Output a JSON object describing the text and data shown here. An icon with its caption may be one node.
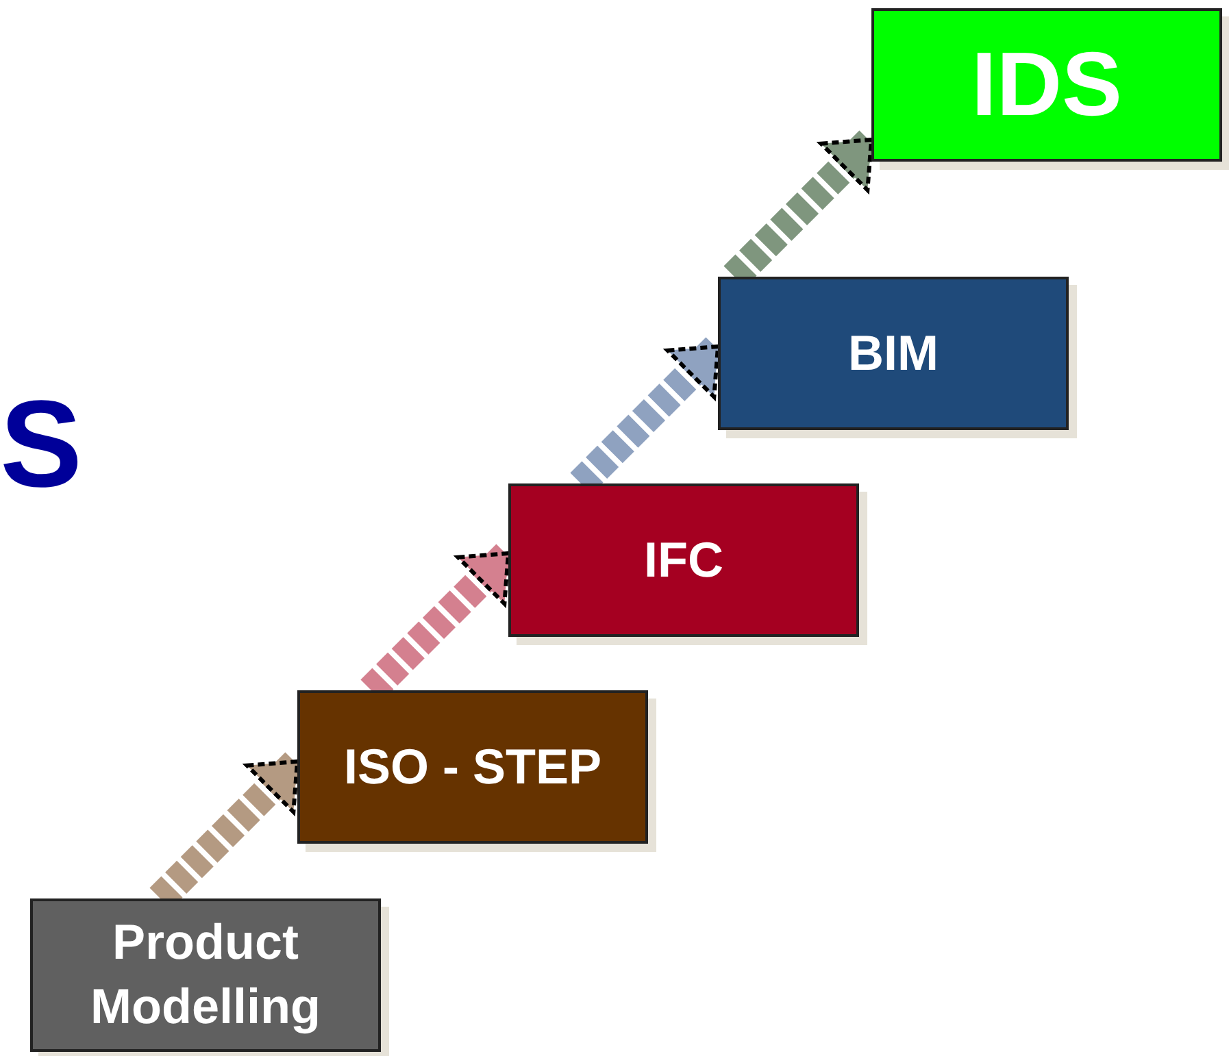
{
  "diagram": {
    "nodes": [
      {
        "text": [
          "Product Modelling"
        ]
      },
      {
        "text": [
          "ISO - STEP"
        ]
      },
      {
        "text": [
          "IFC"
        ]
      },
      {
        "text": [
          "BIM"
        ]
      },
      {
        "text": [
          "IDS"
        ]
      }
    ],
    "edges": [
      {
        "from": 0,
        "to": 1,
        "arrow": "to",
        "style": "dashed",
        "color": "#b49a82"
      },
      {
        "from": 1,
        "to": 2,
        "arrow": "to",
        "style": "dashed",
        "color": "#d4808f"
      },
      {
        "from": 2,
        "to": 3,
        "arrow": "to",
        "style": "dashed",
        "color": "#8fa2c0"
      },
      {
        "from": 3,
        "to": 4,
        "arrow": "to",
        "style": "dashed",
        "color": "#7f967e"
      }
    ],
    "labels": [
      "S"
    ]
  }
}
